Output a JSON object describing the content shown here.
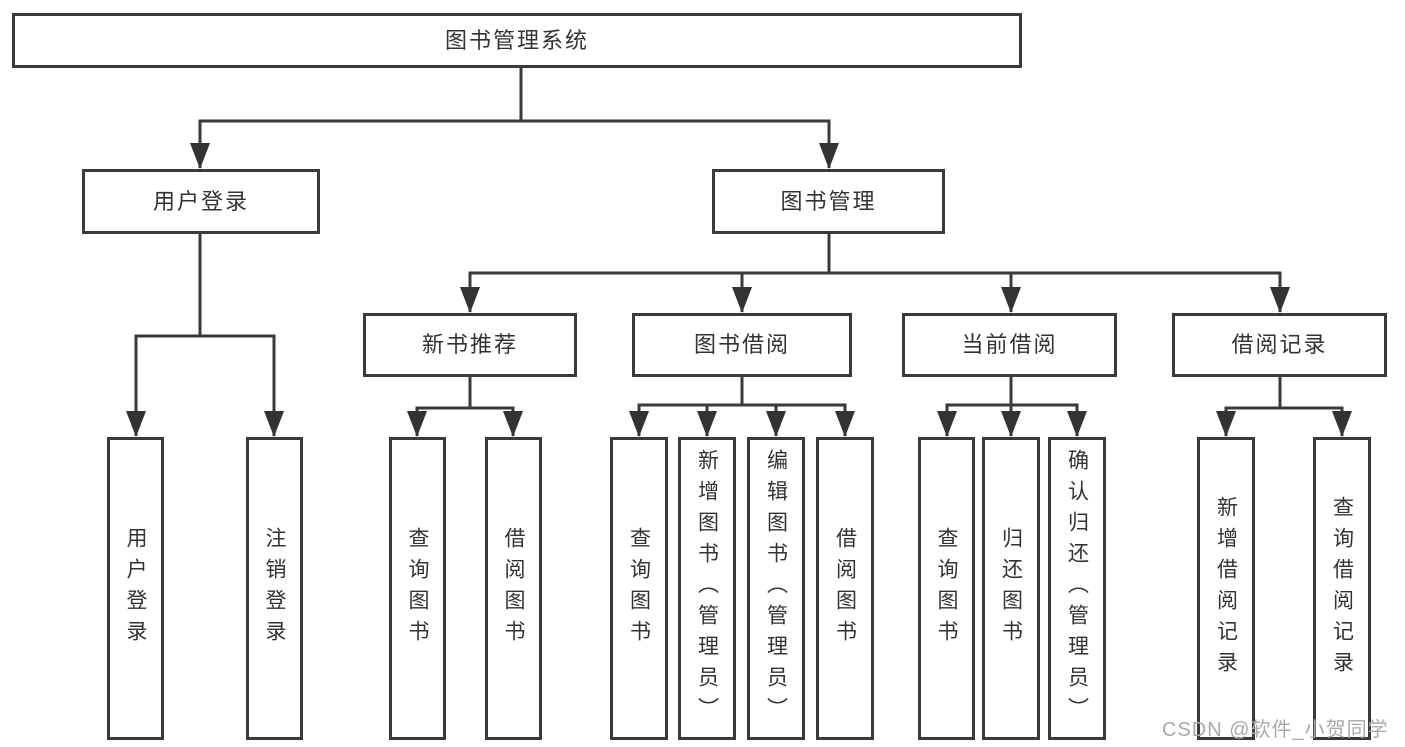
{
  "colors": {
    "line": "#3a3a3a",
    "arrow": "#333333",
    "text": "#333333",
    "background": "#ffffff",
    "watermark_color": "#a9a9a9"
  },
  "tree": {
    "root": {
      "label": "图书管理系统"
    },
    "branches": [
      {
        "label": "用户登录",
        "children": [
          {
            "label": "用户登录"
          },
          {
            "label": "注销登录"
          }
        ]
      },
      {
        "label": "图书管理",
        "children": [
          {
            "label": "新书推荐",
            "children": [
              {
                "label": "查询图书"
              },
              {
                "label": "借阅图书"
              }
            ]
          },
          {
            "label": "图书借阅",
            "children": [
              {
                "label": "查询图书"
              },
              {
                "label": "新增图书（管理员）"
              },
              {
                "label": "编辑图书（管理员）"
              },
              {
                "label": "借阅图书"
              }
            ]
          },
          {
            "label": "当前借阅",
            "children": [
              {
                "label": "查询图书"
              },
              {
                "label": "归还图书"
              },
              {
                "label": "确认归还（管理员）"
              }
            ]
          },
          {
            "label": "借阅记录",
            "children": [
              {
                "label": "新增借阅记录"
              },
              {
                "label": "查询借阅记录"
              }
            ]
          }
        ]
      }
    ]
  },
  "watermark": "CSDN @软件_小贺同学"
}
